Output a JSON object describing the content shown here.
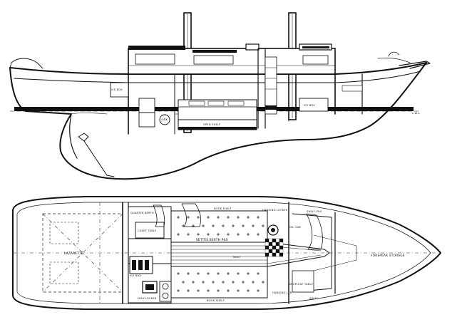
{
  "profile": {
    "labels": {
      "ice_box": "ICE BOX",
      "sink": "SINK",
      "open_shelf": "OPEN SHELF",
      "ice_box_aft": "ICE BOX",
      "lwl": "L.W.L."
    }
  },
  "plan": {
    "labels": {
      "lazarette": "LAZARETTE",
      "quarter_berth": "QUARTER BERTH",
      "chart_table": "CHART TABLE",
      "ice_box": "ICE BOX",
      "dish_locker": "DISH LOCKER",
      "settee_berth": "SETTEE BERTH P&S",
      "book_shelf_port": "BOOK SHELF",
      "book_shelf_stbd": "BOOK SHELF",
      "hanging_locker": "HANGING LOCKER",
      "oil_cab": "OIL CAB",
      "mast": "MAST",
      "dropleaf_table": "DROPLEAF TABLE",
      "shelf": "SHELF P&S",
      "hanging_lkr": "HANGING LKR",
      "shelf_port": "SHELF",
      "forepeak_storage": "FOREPEAK STORAGE"
    }
  }
}
